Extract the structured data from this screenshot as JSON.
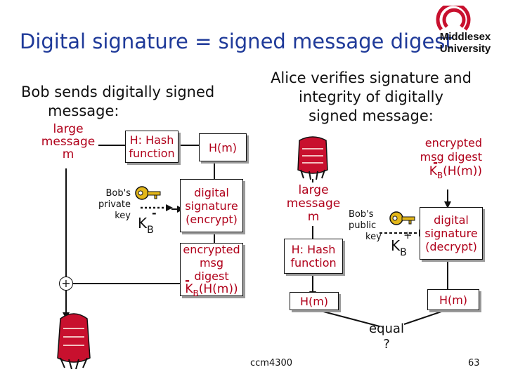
{
  "title": "Digital signature = signed message digest",
  "logo": {
    "line1": "Middlesex",
    "line2": "University"
  },
  "left": {
    "heading_line1": "Bob sends digitally signed",
    "heading_line2": "message:",
    "message_line1": "large",
    "message_line2": "message",
    "message_line3": "m",
    "hash_line1": "H: Hash",
    "hash_line2": "function",
    "hm": "H(m)",
    "key_line1": "Bob's",
    "key_line2": "private",
    "key_line3": "key",
    "key_symbol": "K",
    "key_sub": "B",
    "key_sup": "-",
    "sig_line1": "digital",
    "sig_line2": "signature",
    "sig_line3": "(encrypt)",
    "enc_line1": "encrypted",
    "enc_line2": "msg digest",
    "enc_line3_k": "K",
    "enc_line3_sub": "B",
    "enc_line3_rest": "(H(m))",
    "enc_sup": "-",
    "plus": "+"
  },
  "right": {
    "heading_line1": "Alice verifies signature and",
    "heading_line2": "integrity of digitally",
    "heading_line3": "signed message:",
    "enc_line1": "encrypted",
    "enc_line2": "msg digest",
    "enc_line3_k": "K",
    "enc_line3_sub": "B",
    "enc_line3_rest": "(H(m))",
    "enc_sup": "-",
    "message_line1": "large",
    "message_line2": "message",
    "message_line3": "m",
    "hash_line1": "H: Hash",
    "hash_line2": "function",
    "key_line1": "Bob's",
    "key_line2": "public",
    "key_line3": "key",
    "key_symbol": "K",
    "key_sub": "B",
    "key_sup": "+",
    "sig_line1": "digital",
    "sig_line2": "signature",
    "sig_line3": "(decrypt)",
    "hm_left": "H(m)",
    "hm_right": "H(m)",
    "equal_line1": "equal",
    "equal_line2": "?"
  },
  "footer": {
    "course": "ccm4300",
    "page": "63"
  },
  "colors": {
    "title": "#1f3a99",
    "label_red": "#b0001a",
    "key_gold": "#e3b71a",
    "logo_red": "#c8102e"
  }
}
